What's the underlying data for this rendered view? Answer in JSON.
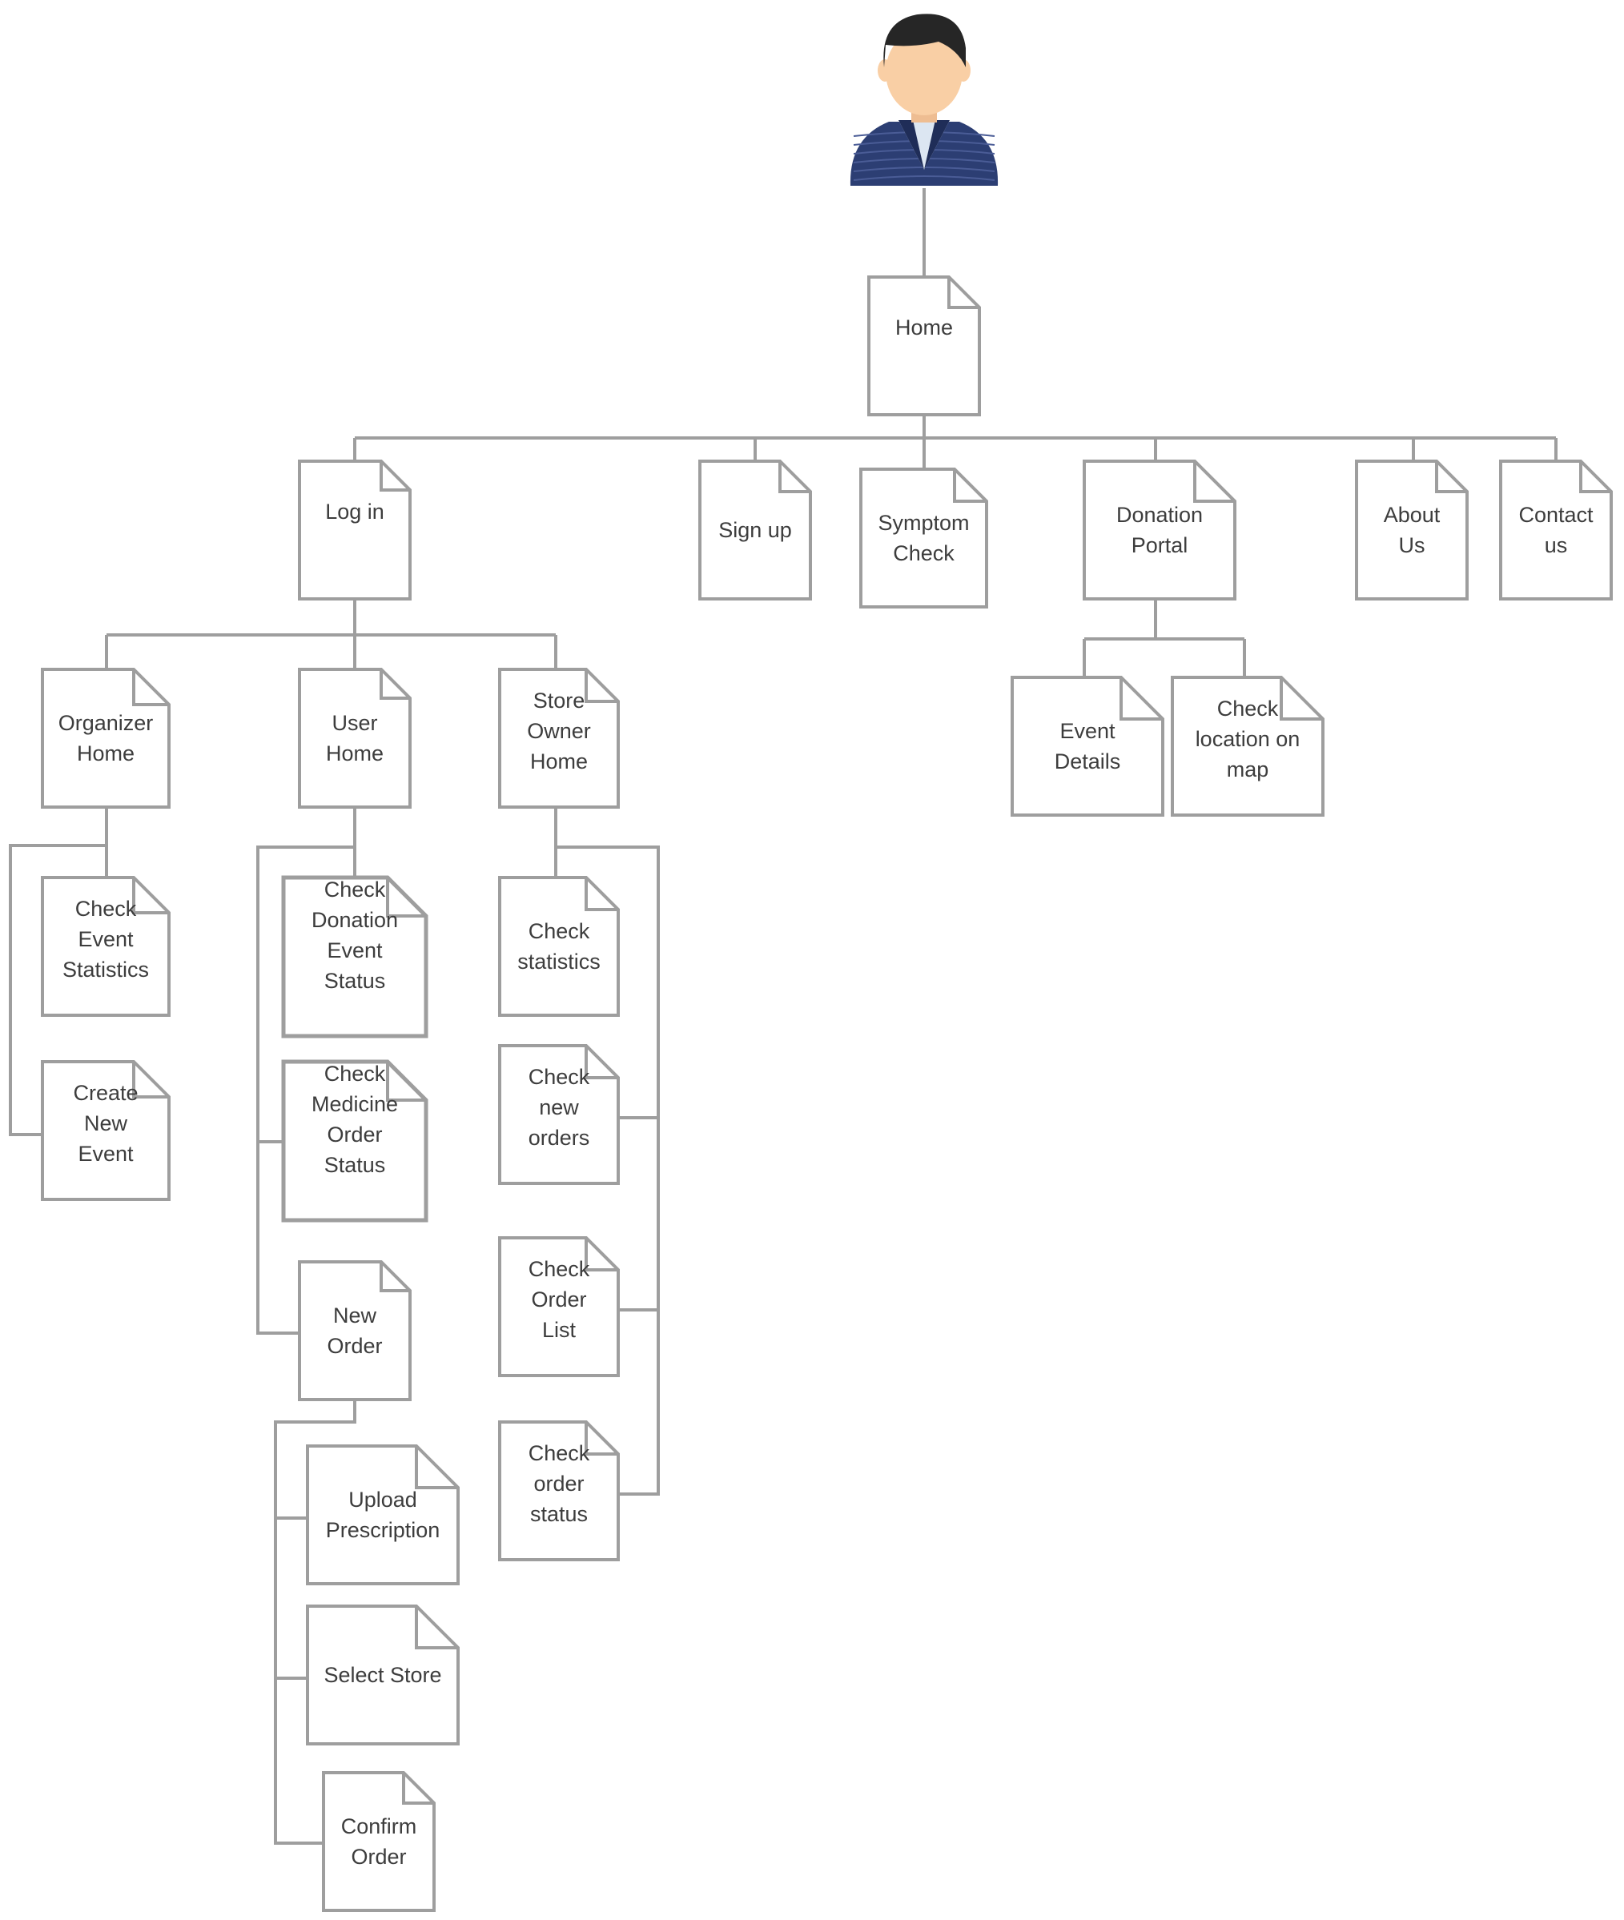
{
  "nodes": {
    "home": [
      "Home"
    ],
    "log_in": [
      "Log in"
    ],
    "sign_up": [
      "Sign up"
    ],
    "symptom_check": [
      "Symptom",
      "Check"
    ],
    "donation_portal": [
      "Donation",
      "Portal"
    ],
    "about_us": [
      "About",
      "Us"
    ],
    "contact_us": [
      "Contact",
      "us"
    ],
    "organizer_home": [
      "Organizer",
      "Home"
    ],
    "user_home": [
      "User",
      "Home"
    ],
    "store_owner_home": [
      "Store",
      "Owner",
      "Home"
    ],
    "event_details": [
      "Event",
      "Details"
    ],
    "check_location_on_map": [
      "Check",
      "location on",
      "map"
    ],
    "check_event_statistics": [
      "Check",
      "Event",
      "Statistics"
    ],
    "create_new_event": [
      "Create",
      "New",
      "Event"
    ],
    "check_donation_event_status": [
      "Check",
      "Donation",
      "Event",
      "Status"
    ],
    "check_medicine_order_status": [
      "Check",
      "Medicine",
      "Order",
      "Status"
    ],
    "new_order": [
      "New",
      "Order"
    ],
    "check_statistics": [
      "Check",
      "statistics"
    ],
    "check_new_orders": [
      "Check",
      "new",
      "orders"
    ],
    "check_order_list": [
      "Check",
      "Order",
      "List"
    ],
    "check_order_status": [
      "Check",
      "order",
      "status"
    ],
    "upload_prescription": [
      "Upload",
      "Prescription"
    ],
    "select_store": [
      "Select Store"
    ],
    "confirm_order": [
      "Confirm",
      "Order"
    ]
  },
  "edges": [
    [
      "user_avatar",
      "home"
    ],
    [
      "home",
      "log_in"
    ],
    [
      "home",
      "sign_up"
    ],
    [
      "home",
      "symptom_check"
    ],
    [
      "home",
      "donation_portal"
    ],
    [
      "home",
      "about_us"
    ],
    [
      "home",
      "contact_us"
    ],
    [
      "log_in",
      "organizer_home"
    ],
    [
      "log_in",
      "user_home"
    ],
    [
      "log_in",
      "store_owner_home"
    ],
    [
      "donation_portal",
      "event_details"
    ],
    [
      "donation_portal",
      "check_location_on_map"
    ],
    [
      "organizer_home",
      "check_event_statistics"
    ],
    [
      "organizer_home",
      "create_new_event"
    ],
    [
      "user_home",
      "check_donation_event_status"
    ],
    [
      "user_home",
      "check_medicine_order_status"
    ],
    [
      "user_home",
      "new_order"
    ],
    [
      "store_owner_home",
      "check_statistics"
    ],
    [
      "store_owner_home",
      "check_new_orders"
    ],
    [
      "store_owner_home",
      "check_order_list"
    ],
    [
      "store_owner_home",
      "check_order_status"
    ],
    [
      "new_order",
      "upload_prescription"
    ],
    [
      "new_order",
      "select_store"
    ],
    [
      "new_order",
      "confirm_order"
    ]
  ],
  "colors": {
    "stroke": "#9e9e9e",
    "text": "#3d3d3d",
    "avatar_skin": "#f9cfa5",
    "avatar_hair": "#262626",
    "avatar_jacket": "#2c3e73",
    "avatar_shirt": "#dce6f2"
  },
  "icons": {
    "user_avatar": "user-avatar-icon"
  }
}
